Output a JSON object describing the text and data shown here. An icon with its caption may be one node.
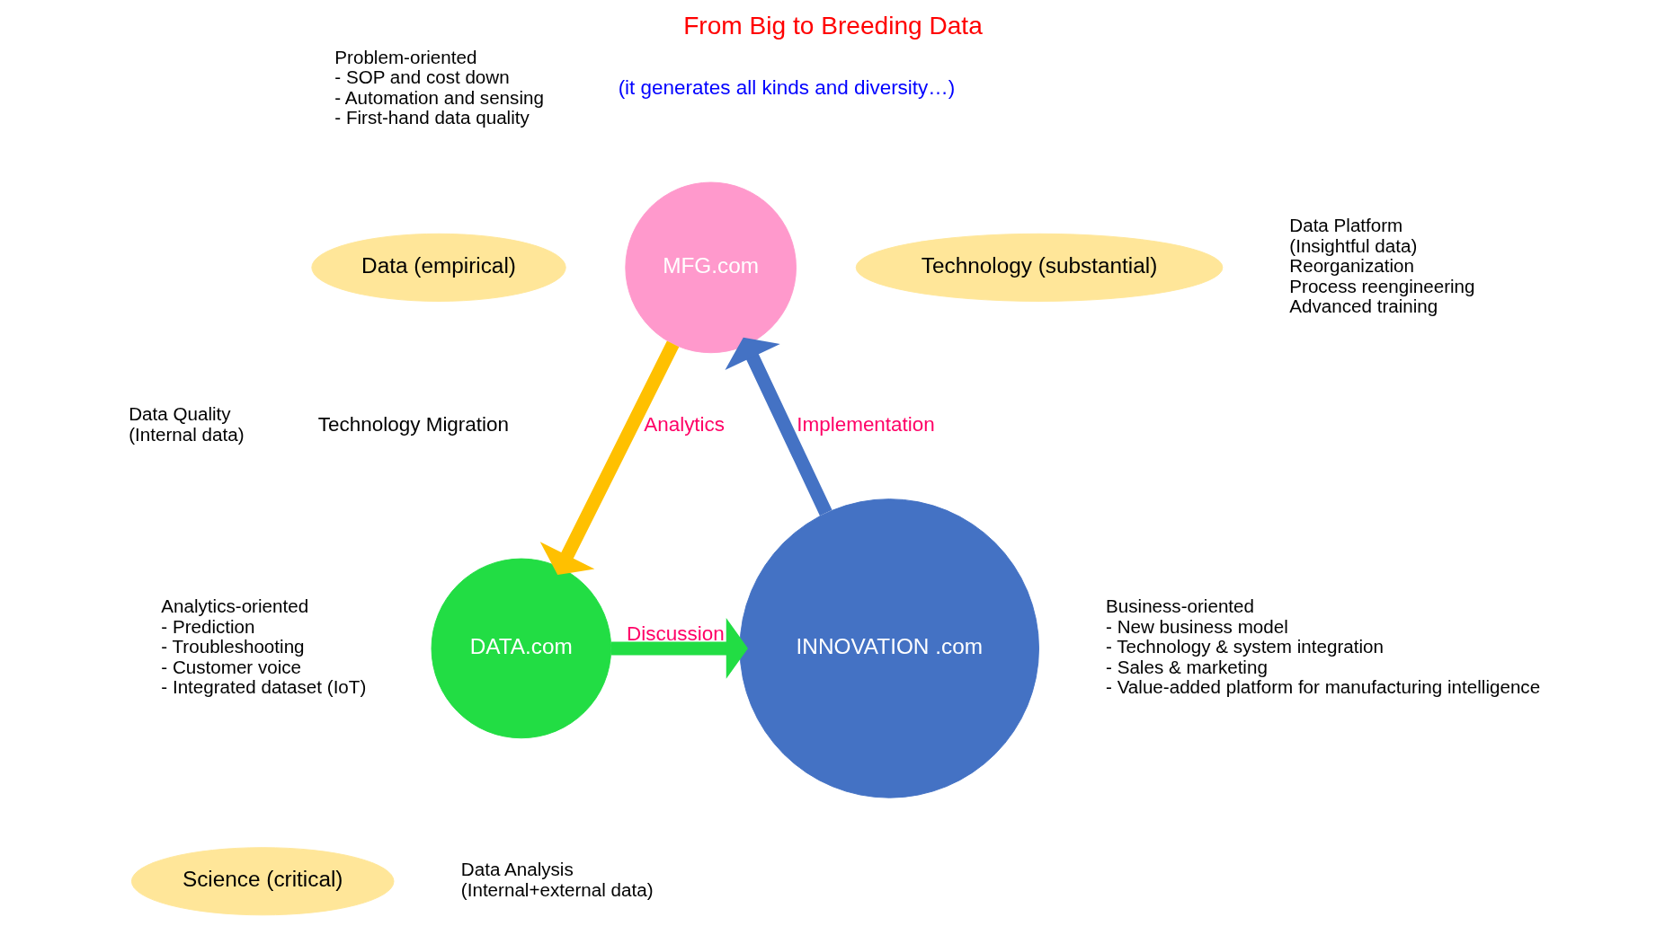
{
  "diagram": {
    "title": "From Big to Breeding Data",
    "nodes": [
      {
        "text": [
          "MFG.com"
        ],
        "beside": [
          "Problem-oriented",
          "- SOP and cost down",
          "- Automation and sensing",
          "- First-hand data quality"
        ]
      },
      {
        "text": [
          "DATA.com"
        ],
        "beside": [
          "Analytics-oriented",
          "- Prediction",
          "- Troubleshooting",
          "- Customer voice",
          "- Integrated dataset (IoT)"
        ]
      },
      {
        "text": [
          "INNOVATION .com"
        ],
        "beside": [
          "Business-oriented",
          "- New business model",
          "- Technology & system integration",
          "- Sales & marketing",
          "- Value-added platform for manufacturing intelligence"
        ]
      },
      {
        "text": [
          "Data (empirical)"
        ],
        "beside": [
          "Data Quality",
          "(Internal data)"
        ]
      },
      {
        "text": [
          "Technology (substantial)"
        ],
        "beside": [
          "Data Platform",
          "(Insightful data)",
          "Reorganization",
          "Process reengineering",
          "Advanced training"
        ]
      },
      {
        "text": [
          "Science (critical)"
        ],
        "beside": [
          "Data Analysis",
          "(Internal+external data)"
        ]
      }
    ],
    "edges": [
      {
        "from": 0,
        "to": 1,
        "arrow": "to",
        "label": "Analytics",
        "color": "#ffc000"
      },
      {
        "from": 2,
        "to": 0,
        "arrow": "to",
        "label": "Implementation",
        "color": "#4472c4"
      },
      {
        "from": 1,
        "to": 2,
        "arrow": "to",
        "label": "Discussion",
        "color": "#22dd44"
      }
    ],
    "labels": [
      "(it generates all kinds and diversity…)",
      "Technology Migration"
    ]
  }
}
